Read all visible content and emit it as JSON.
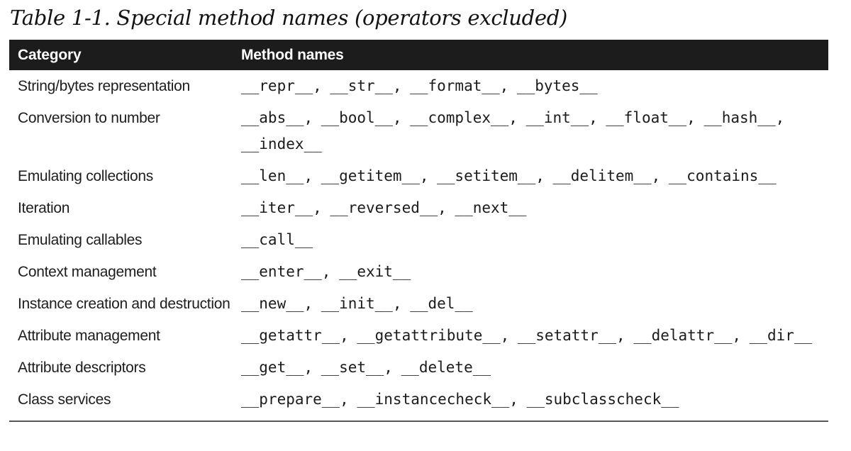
{
  "title": "Table 1-1. Special method names (operators excluded)",
  "colors": {
    "page_background": "#ffffff",
    "header_background": "#1c1c1c",
    "header_text": "#ffffff",
    "body_text": "#1d1d1d",
    "bottom_rule": "#565656"
  },
  "table": {
    "header": {
      "category": "Category",
      "methods": "Method names"
    },
    "rows": [
      {
        "category": "String/bytes representation",
        "methods": "__repr__, __str__, __format__, __bytes__"
      },
      {
        "category": "Conversion to number",
        "methods": "__abs__, __bool__, __complex__, __int__, __float__, __hash__, __index__"
      },
      {
        "category": "Emulating collections",
        "methods": "__len__, __getitem__, __setitem__, __delitem__, __contains__"
      },
      {
        "category": "Iteration",
        "methods": "__iter__, __reversed__, __next__"
      },
      {
        "category": "Emulating callables",
        "methods": "__call__"
      },
      {
        "category": "Context management",
        "methods": "__enter__, __exit__"
      },
      {
        "category": "Instance creation and destruction",
        "methods": "__new__, __init__, __del__"
      },
      {
        "category": "Attribute management",
        "methods": "__getattr__, __getattribute__, __setattr__, __delattr__, __dir__"
      },
      {
        "category": "Attribute descriptors",
        "methods": "__get__, __set__, __delete__"
      },
      {
        "category": "Class services",
        "methods": "__prepare__, __instancecheck__, __subclasscheck__"
      }
    ]
  }
}
